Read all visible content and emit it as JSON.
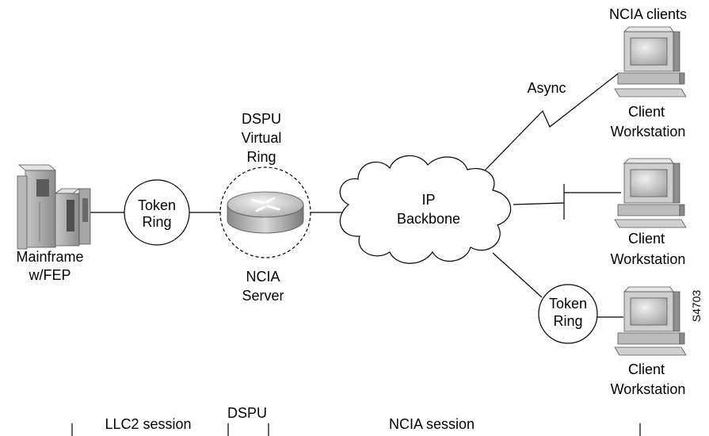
{
  "mainframe": {
    "label_line1": "Mainframe",
    "label_line2": "w/FEP"
  },
  "token_ring_left": {
    "line1": "Token",
    "line2": "Ring"
  },
  "router": {
    "top_line1": "DSPU",
    "top_line2": "Virtual",
    "top_line3": "Ring",
    "bottom_line1": "NCIA",
    "bottom_line2": "Server"
  },
  "cloud": {
    "line1": "IP",
    "line2": "Backbone"
  },
  "async_label": "Async",
  "ncia_clients_label": "NCIA clients",
  "workstations": [
    {
      "line1": "Client",
      "line2": "Workstation"
    },
    {
      "line1": "Client",
      "line2": "Workstation"
    },
    {
      "line1": "Client",
      "line2": "Workstation"
    }
  ],
  "token_ring_right": {
    "line1": "Token",
    "line2": "Ring"
  },
  "figure_id": "S4703",
  "sessions": {
    "dspu": "DSPU",
    "llc2": "LLC2 session",
    "ncia": "NCIA session"
  },
  "colors": {
    "line": "#000000",
    "equipment_light": "#dcdcdc",
    "equipment_mid": "#a9a9a9",
    "equipment_dark": "#6e6e6e"
  }
}
